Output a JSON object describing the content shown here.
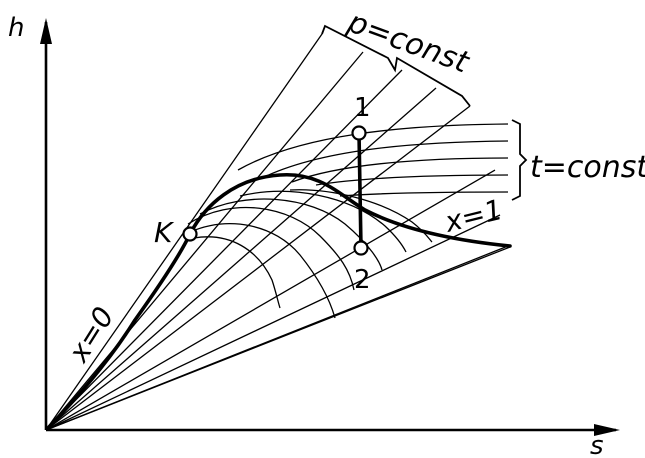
{
  "axes": {
    "y_label": "h",
    "x_label": "s"
  },
  "labels": {
    "pressure": "p=const",
    "temperature": "t=const",
    "saturated_liquid": "x=0",
    "saturated_vapor": "x=1",
    "critical_point": "K",
    "state_1": "1",
    "state_2": "2"
  },
  "colors": {
    "ink": "#000000",
    "paper": "#ffffff"
  }
}
